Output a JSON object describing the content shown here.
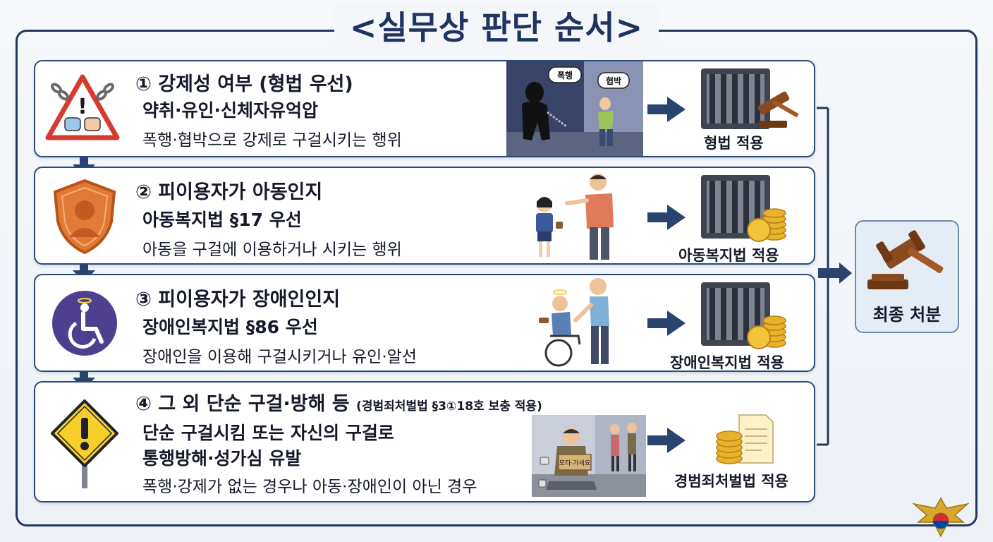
{
  "title": "<실무상 판단 순서>",
  "steps": [
    {
      "number": "①",
      "heading": "강제성 여부 (형법 우선)",
      "law": "약취·유인·신체자유억압",
      "desc": "폭행·협박으로 강제로 구걸시키는 행위",
      "bubble_left": "폭행",
      "bubble_right": "협박",
      "result": "형법 적용"
    },
    {
      "number": "②",
      "heading": "피이용자가 아동인지",
      "law": "아동복지법 §17 우선",
      "desc": "아동을 구걸에 이용하거나 시키는 행위",
      "result": "아동복지법 적용"
    },
    {
      "number": "③",
      "heading": "피이용자가 장애인인지",
      "law": "장애인복지법 §86 우선",
      "desc": "장애인을 이용해 구걸시키거나 유인·알선",
      "result": "장애인복지법 적용"
    },
    {
      "number": "④",
      "heading": "그 외 단순 구걸·방해 등",
      "note": "(경범죄처벌법 §3①18호 보충 적용)",
      "law_line1": "단순 구걸시킴 또는 자신의 구걸로",
      "law_line2": "통행방해·성가심 유발",
      "desc": "폭행·강제가 없는 경우나 아동·장애인이 아닌 경우",
      "sign_text": "모타·가세요",
      "result": "경범죄처벌법 적용"
    }
  ],
  "final": "최종 처분",
  "colors": {
    "frame": "#24385f",
    "arrow": "#2a4470",
    "warning_red": "#d93a2f",
    "shield_orange": "#e27a35",
    "disability_purple": "#4f3f8f",
    "caution_yellow": "#f6cf2a"
  },
  "icons": [
    "chain-warning-icon",
    "child-shield-icon",
    "wheelchair-icon",
    "caution-sign-icon",
    "gavel-icon",
    "jail-icon",
    "coins-icon",
    "police-emblem-icon"
  ]
}
